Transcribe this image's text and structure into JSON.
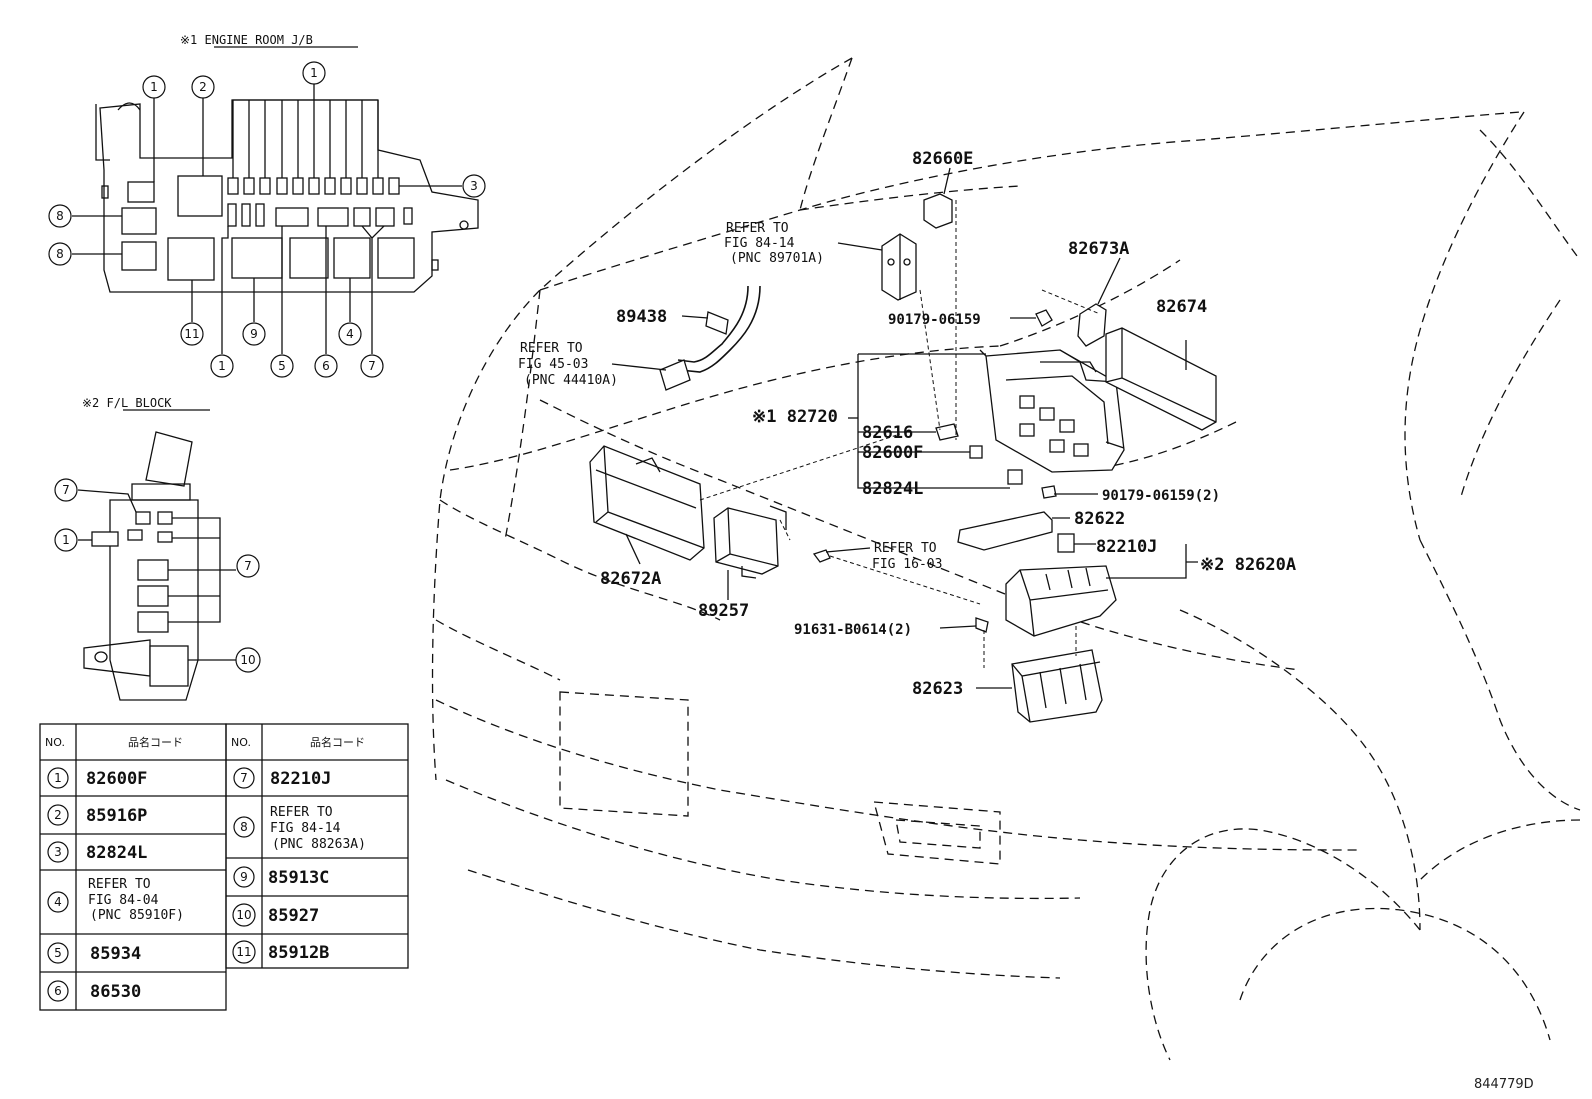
{
  "figure_number": "844779D",
  "engine_room_jb": {
    "title": "※1 ENGINE ROOM J/B",
    "callouts": [
      "1",
      "2",
      "1",
      "3",
      "8",
      "8",
      "11",
      "9",
      "1",
      "5",
      "6",
      "4",
      "7"
    ]
  },
  "fl_block": {
    "title": "※2 F/L BLOCK",
    "callouts": [
      "7",
      "1",
      "7",
      "10"
    ]
  },
  "parts_table": {
    "header_no": "NO.",
    "header_code": "品名コード",
    "left_rows": [
      {
        "no": "1",
        "code": "82600F"
      },
      {
        "no": "2",
        "code": "85916P"
      },
      {
        "no": "3",
        "code": "82824L"
      },
      {
        "no": "4",
        "code": "REFER TO\nFIG 84-04\n(PNC 85910F)"
      },
      {
        "no": "5",
        "code": "85934"
      },
      {
        "no": "6",
        "code": "86530"
      }
    ],
    "right_rows": [
      {
        "no": "7",
        "code": "82210J"
      },
      {
        "no": "8",
        "code": "REFER TO\nFIG 84-14\n(PNC 88263A)"
      },
      {
        "no": "9",
        "code": "85913C"
      },
      {
        "no": "10",
        "code": "85927"
      },
      {
        "no": "11",
        "code": "85912B"
      }
    ]
  },
  "part_labels": {
    "p82660E": "82660E",
    "p82673A": "82673A",
    "p82674": "82674",
    "p89438": "89438",
    "p90179_a": "90179-06159",
    "p90179_b": "90179-06159(2)",
    "p82720": "※1 82720",
    "p82616": "82616",
    "p82600F": "82600F",
    "p82824L": "82824L",
    "p82622": "82622",
    "p82210J": "82210J",
    "p82620A": "※2 82620A",
    "p82672A": "82672A",
    "p89257": "89257",
    "p91631": "91631-B0614(2)",
    "p82623": "82623"
  },
  "refer_notes": {
    "r1": [
      "REFER TO",
      "FIG 84-14",
      "(PNC 89701A)"
    ],
    "r2": [
      "REFER TO",
      "FIG 45-03",
      "(PNC 44410A)"
    ],
    "r3": [
      "REFER TO",
      "FIG 16-03"
    ]
  }
}
